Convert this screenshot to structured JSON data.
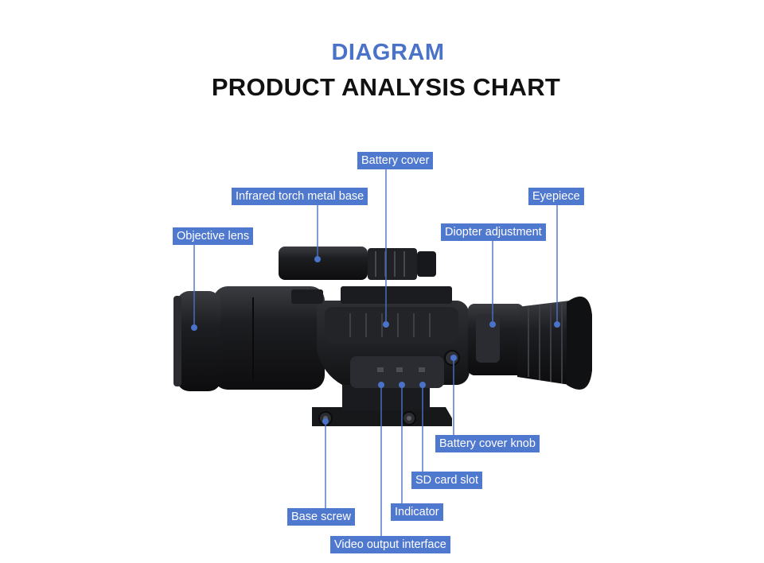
{
  "header": {
    "kicker": "DIAGRAM",
    "title": "PRODUCT ANALYSIS CHART"
  },
  "colors": {
    "accent": "#4a72c8",
    "label_bg": "#4f78cf",
    "title": "#111111",
    "scope_body": "#1c1d20"
  },
  "callouts": [
    {
      "id": "battery-cover",
      "label": "Battery cover"
    },
    {
      "id": "infrared-torch-metal-base",
      "label": "Infrared torch metal base"
    },
    {
      "id": "eyepiece",
      "label": "Eyepiece"
    },
    {
      "id": "objective-lens",
      "label": "Objective lens"
    },
    {
      "id": "diopter-adjustment",
      "label": "Diopter adjustment"
    },
    {
      "id": "battery-cover-knob",
      "label": "Battery cover knob"
    },
    {
      "id": "sd-card-slot",
      "label": "SD card slot"
    },
    {
      "id": "indicator",
      "label": "Indicator"
    },
    {
      "id": "base-screw",
      "label": "Base screw"
    },
    {
      "id": "video-output-interface",
      "label": "Video output interface"
    }
  ]
}
